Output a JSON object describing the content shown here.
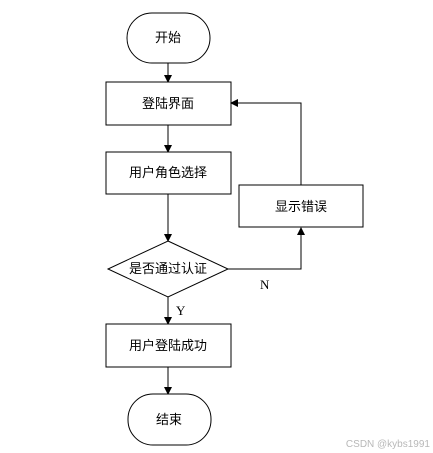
{
  "nodes": {
    "start": "开始",
    "login": "登陆界面",
    "role": "用户角色选择",
    "auth": "是否通过认证",
    "error": "显示错误",
    "success": "用户登陆成功",
    "end": "结束"
  },
  "edges": {
    "yes": "Y",
    "no": "N"
  },
  "watermark": "CSDN @kybs1991"
}
